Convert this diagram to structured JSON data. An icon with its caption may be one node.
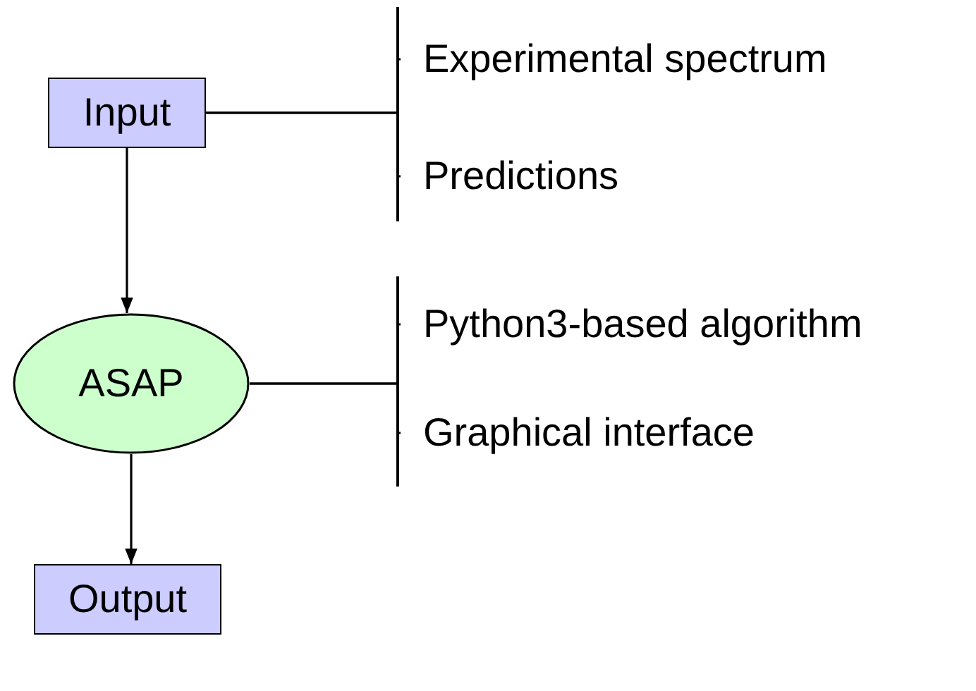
{
  "diagram": {
    "nodes": [
      {
        "text": [
          "Input"
        ]
      },
      {
        "text": [
          "Experimental spectrum"
        ]
      },
      {
        "text": [
          "Predictions"
        ]
      },
      {
        "text": [
          "ASAP"
        ]
      },
      {
        "text": [
          "Python3-based algorithm"
        ]
      },
      {
        "text": [
          "Graphical interface"
        ]
      },
      {
        "text": [
          "Output"
        ]
      }
    ],
    "edges": [
      {
        "from": 0,
        "to": 1,
        "arrow": "none"
      },
      {
        "from": 0,
        "to": 2,
        "arrow": "none"
      },
      {
        "from": 0,
        "to": 3,
        "arrow": "to"
      },
      {
        "from": 3,
        "to": 4,
        "arrow": "none"
      },
      {
        "from": 3,
        "to": 5,
        "arrow": "none"
      },
      {
        "from": 3,
        "to": 6,
        "arrow": "to"
      }
    ]
  }
}
